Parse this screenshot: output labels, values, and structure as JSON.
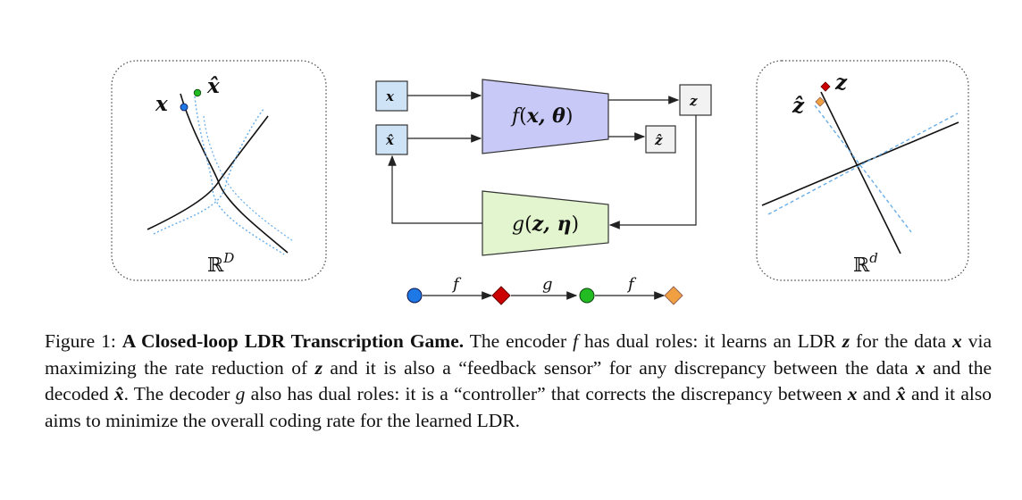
{
  "figure": {
    "left_panel": {
      "point_label": "x",
      "hat_label": "x̂",
      "space_label": "ℝ",
      "space_exp": "D"
    },
    "right_panel": {
      "point_label": "z",
      "hat_label": "ẑ",
      "space_label": "ℝ",
      "space_exp": "d"
    },
    "encoder": {
      "func": "f",
      "args": "x, θ"
    },
    "decoder": {
      "func": "g",
      "args": "z, η"
    },
    "inputs": [
      "x",
      "x̂"
    ],
    "outputs": [
      "z",
      "ẑ"
    ],
    "chain_labels": [
      "f",
      "g",
      "f"
    ],
    "colors": {
      "encoder_fill": "#c9c9f7",
      "decoder_fill": "#e3f5cf",
      "input_fill": "#cfe3f7",
      "output_fill": "#f2f2f2",
      "blue_point": "#1e78e6",
      "green_point": "#22bb22",
      "red_marker": "#cc0000",
      "orange_marker": "#f0a040",
      "dotted_curve": "#6aaee8"
    }
  },
  "caption": {
    "prefix": "Figure 1: ",
    "title": "A Closed-loop LDR Transcription Game.",
    "t1": " The encoder ",
    "f1": "f",
    "t2": " has dual roles: it learns an LDR ",
    "z1": "z",
    "t3": " for the data ",
    "x1": "x",
    "t4": " via maximizing the rate reduction of ",
    "z2": "z",
    "t5": " and it is also a “feedback sensor” for any discrepancy between the data ",
    "x2": "x",
    "t6": " and the decoded ",
    "xh1": "x̂",
    "t7": ". The decoder ",
    "g1": "g",
    "t8": " also has dual roles: it is a “controller” that corrects the discrepancy between ",
    "x3": "x",
    "t9": " and ",
    "xh2": "x̂",
    "t10": " and it also aims to minimize the overall coding rate for the learned LDR."
  }
}
